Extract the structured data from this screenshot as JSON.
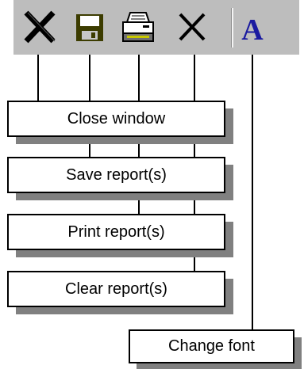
{
  "toolbar": {
    "buttons": [
      {
        "icon": "close-window-icon"
      },
      {
        "icon": "floppy-disk-icon"
      },
      {
        "icon": "printer-icon"
      },
      {
        "icon": "clear-x-icon"
      },
      {
        "icon": "font-a-icon",
        "glyph": "A"
      }
    ],
    "colors": {
      "background": "#bdbdbd",
      "disk": "#3c3c00",
      "font": "#1a1aa0"
    }
  },
  "callouts": {
    "close_window": "Close window",
    "save_reports": "Save report(s)",
    "print_reports": "Print report(s)",
    "clear_reports": "Clear report(s)",
    "change_font": "Change font"
  }
}
